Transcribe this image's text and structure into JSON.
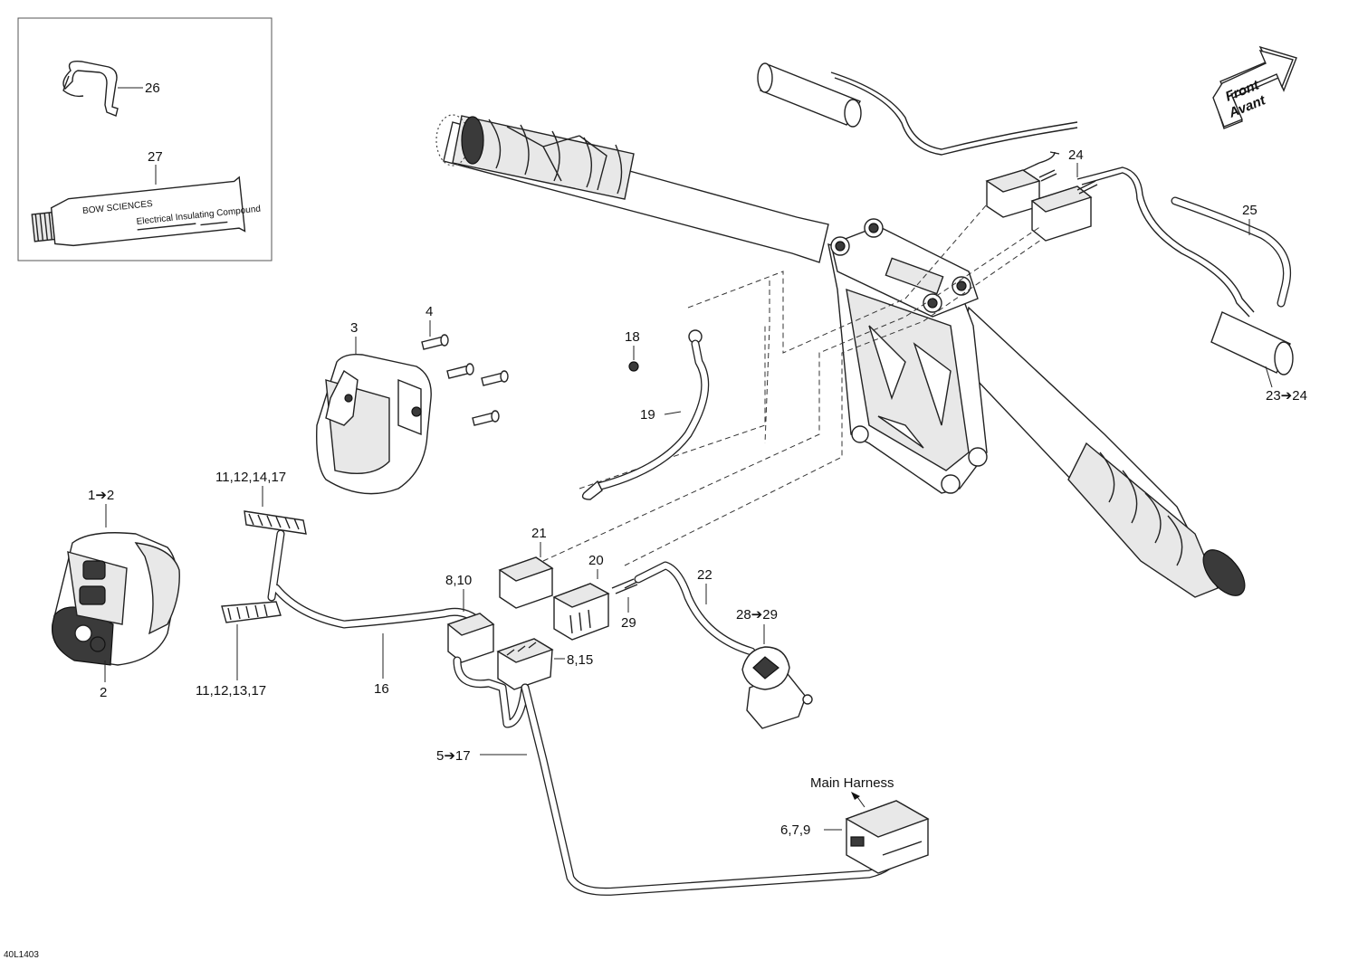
{
  "labels": {
    "l26": "26",
    "l27": "27",
    "l4": "4",
    "l3": "3",
    "l18": "18",
    "l19": "19",
    "l24": "24",
    "l25": "25",
    "l23_24": "23➔24",
    "l1_2": "1➔2",
    "l2": "2",
    "l11_12_14_17": "11,12,14,17",
    "l11_12_13_17": "11,12,13,17",
    "l16": "16",
    "l21": "21",
    "l20": "20",
    "l29": "29",
    "l22": "22",
    "l28_29": "28➔29",
    "l8_10": "8,10",
    "l8_15": "8,15",
    "l5_17": "5➔17",
    "l_main_harness": "Main Harness",
    "l6_7_9": "6,7,9"
  },
  "direction_arrow": {
    "line1": "Front",
    "line2": "Avant"
  },
  "tube_text": {
    "brand": "BOW SCIENCES",
    "product": "Electrical Insulating Compound"
  },
  "figure_code": "40L1403"
}
